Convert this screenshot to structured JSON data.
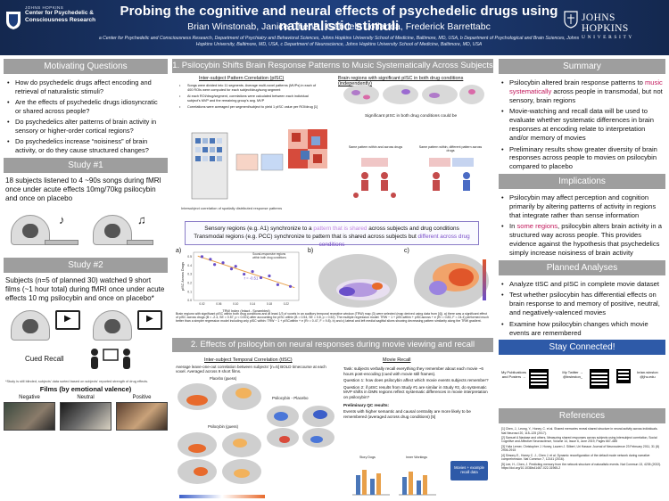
{
  "header": {
    "left_logo_top": "JOHNS HOPKINS",
    "left_logo_name": "Center for Psychedelic & Consciousness Research",
    "title": "Probing the cognitive and neural effects of psychedelic drugs using naturalistic stimuli",
    "authors": "Brian Winstonab, Janice Chenb , Gabriela Loflanda, Frederick Barrettabc",
    "affiliations": "a Center for Psychedelic and Consciousness Research, Department of Psychiatry and Behavioral Sciences, Johns Hopkins University School of Medicine, Baltimore, MD, USA, b Department of Psychological and Brain Sciences, Johns Hopkins University, Baltimore, MD, USA, c Department of Neuroscience, Johns Hopkins University School of Medicine, Baltimore, MD, USA",
    "right_logo_1": "JOHNS HOPKINS",
    "right_logo_2": "UNIVERSITY"
  },
  "left": {
    "motivating": {
      "heading": "Motivating Questions",
      "items": [
        "How do psychedelic drugs affect encoding and retrieval of naturalistic stimuli?",
        "Are the effects of psychedelic drugs idiosyncratic or shared across people?",
        "Do psychedelics alter patterns of brain activity in sensory or higher-order cortical regions?",
        "Do psychedelics increase “noisiness” of brain activity, or do they cause structured changes?"
      ]
    },
    "study1": {
      "heading": "Study #1",
      "text": "18 subjects listened to 4 ~90s songs during fMRI once under acute effects 10mg/70kg psilocybin and once on placebo"
    },
    "study2": {
      "heading": "Study #2",
      "text": "Subjects (n=5 of planned 30) watched 9 short films (~1 hour total) during fMRI once under acute effects 10 mg psilocybin and once on placebo*",
      "cued_recall": "Cued Recall",
      "footnote": "*Study is still blinded, subjects' data sorted based on subjects' reported strength of drug effects.",
      "films_title": "Films (by emotional valence)",
      "films": [
        "Negative",
        "Neutral",
        "Positive"
      ]
    }
  },
  "middle": {
    "section1": {
      "heading": "1. Psilocybin Shifts Brain Response Patterns to Music Systematically Across Subjects",
      "isc_title": "Inter-subject Pattern Correlation (pISC)",
      "isc_bullets": [
        "Songs were divided into 11 segments. Average multi-voxel patterns (MVPs) in each of 400 ROIs were computed for each subject/drug/song segment",
        "At each ROI/drug/segment, correlations were calculated between each individual subject's MVP and the remaining group's avg. MVP",
        "Correlations were averaged per segment/subject to yield 1 pISC value per ROI/drug [1]"
      ],
      "regions_title": "Brain regions with significant pISC in both drug conditions (independently)",
      "sig_label": "Significant pISC in both drug conditions could be",
      "pattern_same": "Same pattern within and across drugs",
      "pattern_diff": "Same pattern within, different pattern across drugs",
      "sync_line1_a": "Sensory regions (e.g. A1) synchronize to a ",
      "sync_line1_b": "pattern that is shared",
      "sync_line1_c": " across subjects and drug conditions",
      "sync_line2_a": "Transmodal regions (e.g. PCC) synchronize to pattern that is shared across subjects but ",
      "sync_line2_b": "different across drug conditions",
      "panel_a": "a)",
      "panel_b": "b)",
      "panel_c": "c)",
      "r_value": "r = -0.51",
      "legend1": "Sound-responsive regions",
      "legend2": "within both drug conditions",
      "caption": "Brain regions with significant pISC within both drug conditions and at least 1/3 of voxels in an auditory temporal receptive window (TRW) map (3) were selected (map derived using data from [4]). a) there was a significant effect of pISC across drugs (B = -2.4, SE = 0.57, p < 0.001) after accounting for pISC within (B = 0.54, SE = 0.8, p = 0.52). The multiple regression model: TRW ~ 1 + pISCwithin + pISCacross + e (R² = 0.83, F = 24.4) performed much better than a simpler regression model including only pISC within: TRW ~ 1 + pISCwithin + e (R² = 0.47, F = 9.8). b) and c) lateral and left medial sagittal slices showing decreasing pattern similarity along the TRW gradient."
    },
    "chart_data": {
      "type": "scatter",
      "xlabel": "TRW Index (Intact - Scrambled)",
      "ylabel": "pISC Across Drugs",
      "x": [
        0.02,
        0.04,
        0.05,
        0.07,
        0.09,
        0.1,
        0.12,
        0.14,
        0.16,
        0.18,
        0.2,
        0.23
      ],
      "y": [
        0.5,
        0.47,
        0.41,
        0.43,
        0.36,
        0.39,
        0.3,
        0.33,
        0.26,
        0.28,
        0.18,
        0.16
      ],
      "xticks": [
        "0.02",
        "0.04",
        "0.06",
        "0.08",
        "0.10",
        "0.12",
        "0.14",
        "0.16",
        "0.18",
        "0.20",
        "0.22",
        "0.24"
      ],
      "yticks": [
        "0.0",
        "0.1",
        "0.2",
        "0.3",
        "0.4",
        "0.5"
      ],
      "xlim": [
        0.0,
        0.25
      ],
      "ylim": [
        0.0,
        0.55
      ]
    },
    "section2": {
      "heading": "2. Effects of psilocybin on neural responses during movie viewing and recall",
      "itsc_title": "Inter-subject Temporal Correlation (tISC)",
      "itsc_text": "Average leave-one-out correlation between subjects' [n=5] BOLD timecourse at each voxel. Averaged across 9 short films.",
      "placebo_label": "Placebo (guess)",
      "diff_label": "Psilocybin - Placebo",
      "psilo_label": "Psilocybin (guess)",
      "recall_title": "Movie Recall",
      "task": "Task: subjects verbally recall everything they remember about each movie ~6 hours post-encoding (cued with movie still frames).",
      "q1": "Question 1: how does psilocybin affect which movie events subjects remember?",
      "q2": "Question 2: if pISC results from Study #1 are similar in Study #2, do systematic MVP shifts in DMN regions reflect systematic differences in movie interpretation on psilocybin?",
      "prelim_title": "Preliminary QC results:",
      "prelim_text": "Events with higher semantic and causal centrality are more likely to be remembered (averaged across drug conditions) [5]",
      "story_title": "Story Dogs",
      "inner_title": "Inner Workings",
      "badge": "Movies + example recall data"
    }
  },
  "right": {
    "summary": {
      "heading": "Summary",
      "items": [
        {
          "a": "Psilocybin altered brain response patterns to ",
          "b": "music systematically",
          "c": " across people in transmodal, but not sensory, brain regions"
        },
        {
          "a": "Movie-watching and recall data will be used to evaluate whether systematic differences in brain responses at encoding relate to interpretation and/or memory of movies",
          "b": "",
          "c": ""
        },
        {
          "a": "Preliminary results show greater diversity of brain responses across people to movies on psilocybin compared to placebo",
          "b": "",
          "c": ""
        }
      ]
    },
    "implications": {
      "heading": "Implications",
      "items": [
        {
          "a": "Psilocybin may affect perception and cognition primarily by altering patterns of activity in regions that integrate rather than sense information",
          "b": "",
          "c": ""
        },
        {
          "a": "In ",
          "b": "some regions",
          "c": ", psilocybin alters brain activity in a structured way across people. This provides evidence against the hypothesis that psychedelics simply increase noisiness of brain activity"
        }
      ]
    },
    "planned": {
      "heading": "Planned Analyses",
      "items": [
        "Analyze tISC and pISC in complete movie dataset",
        "Test whether psilocybin has differential effects on brain response to and memory of positive, neutral, and negatively-valenced movies",
        "Examine how psilocybin changes which movie events are remembered"
      ]
    },
    "connect": {
      "heading": "Stay Connected!",
      "qr1": "My Publications and Posters →",
      "qr2": "My Twitter → @bwinston_",
      "qr3": "brian.winston @jhu.edu"
    },
    "references": {
      "heading": "References",
      "items": [
        "[1] Chen, J., Leong, Y., Honey, C. et al. Shared memories reveal shared structure in neural activity across individuals. Nat Neurosci 20, 115–125 (2017).",
        "[2] Samuel A Nastase and others, Measuring shared responses across subjects using intersubject correlation, Social Cognitive and Affective Neuroscience, Volume 14, Issue 6, June 2019, Pages 667–685",
        "[3] Yulia Lerner, Christopher J. Honey, Lauren J. Silbert, Uri Hasson Journal of Neuroscience 23 February 2011, 31 (8) 2906-2915",
        "[4] Simony E., Honey C. J., Chen J. et al. Dynamic reconfiguration of the default mode network during narrative comprehension. Nat Commun 7, 12141 (2016).",
        "[5] Lee, H., Chen, J. Predicting memory from the network structure of naturalistic events. Nat Commun 13, 4235 (2022). https://doi.org/10.1038/s41467-022-31965-2"
      ]
    }
  },
  "colors": {
    "header_bg": "#1e3f7d",
    "grey_head": "#9e9e9e",
    "blue_head": "#2e5aa8",
    "accent_pink": "#c2185b",
    "accent_purple": "#c085e0"
  }
}
